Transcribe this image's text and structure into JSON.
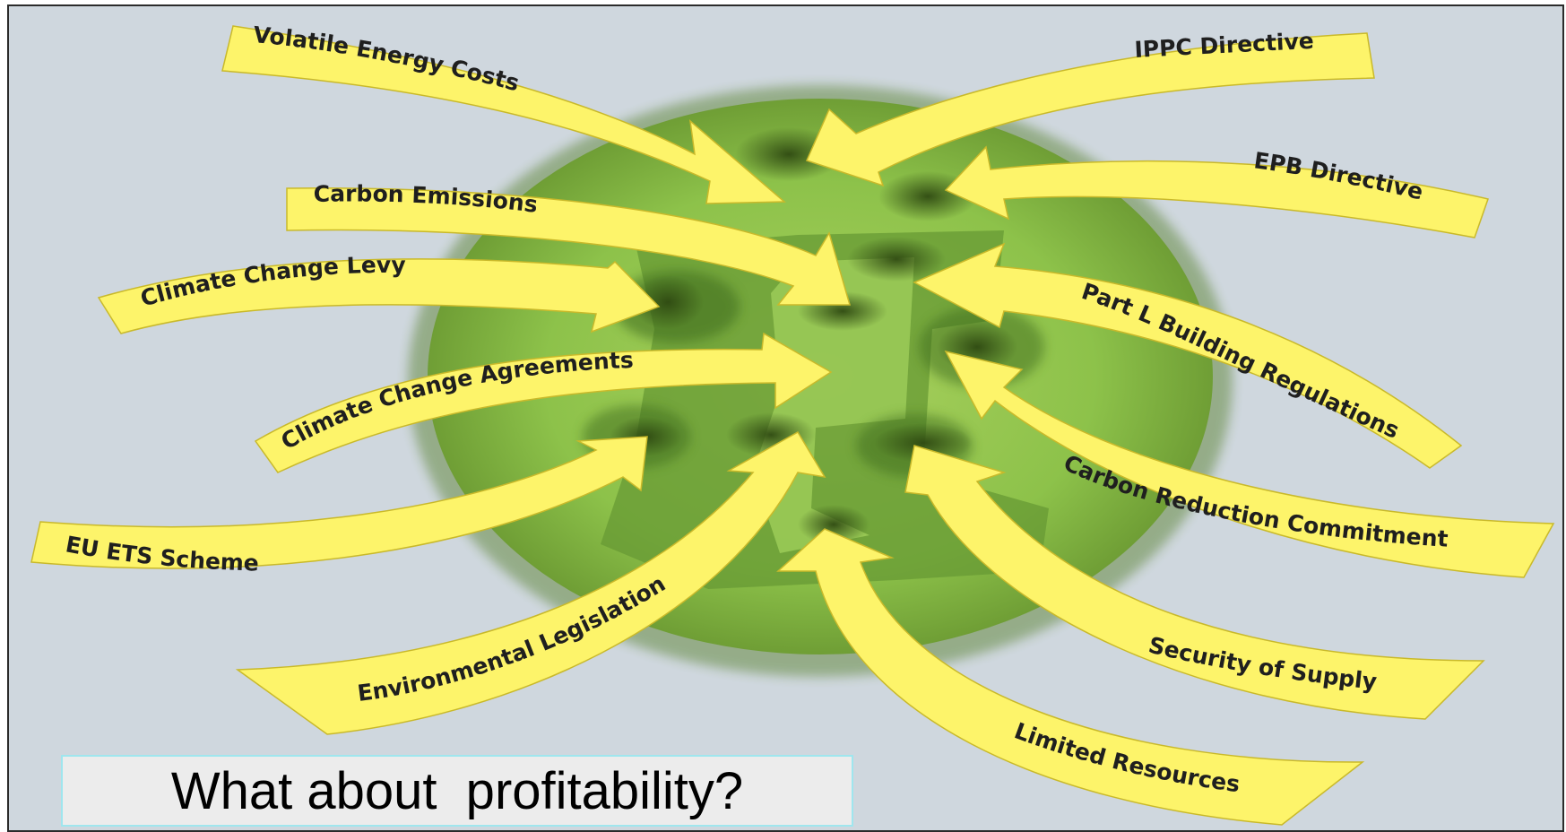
{
  "arrows": {
    "volatile_energy_costs": "Volatile Energy Costs",
    "ippc_directive": "IPPC Directive",
    "carbon_emissions": "Carbon Emissions",
    "epb_directive": "EPB Directive",
    "climate_change_levy": "Climate Change Levy",
    "part_l": "Part L Building Regulations",
    "climate_change_agreements": "Climate Change Agreements",
    "carbon_reduction_commitment": "Carbon Reduction Commitment",
    "eu_ets": "EU ETS Scheme",
    "environmental_legislation": "Environmental Legislation",
    "security_of_supply": "Security of Supply",
    "limited_resources": "Limited Resources"
  },
  "question": "What about  profitability?",
  "colors": {
    "background": "#cfd7de",
    "arrow_fill": "#fdf46a",
    "globe": "#8dc24a",
    "globe_dark": "#5f8f2e"
  }
}
